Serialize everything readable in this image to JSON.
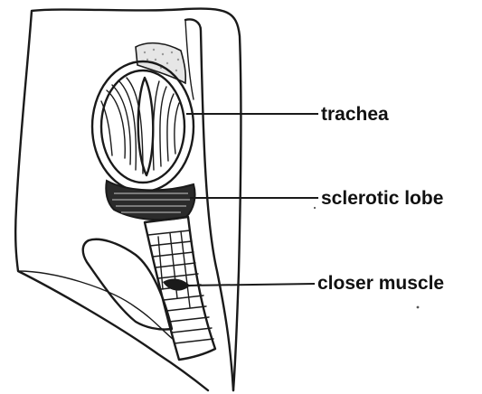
{
  "labels": {
    "trachea": "trachea",
    "sclerotic_lobe": "sclerotic lobe",
    "closer_muscle": "closer muscle"
  },
  "colors": {
    "ink": "#1a1a1a",
    "paper": "#ffffff",
    "stipple": "#9a9a9a"
  }
}
